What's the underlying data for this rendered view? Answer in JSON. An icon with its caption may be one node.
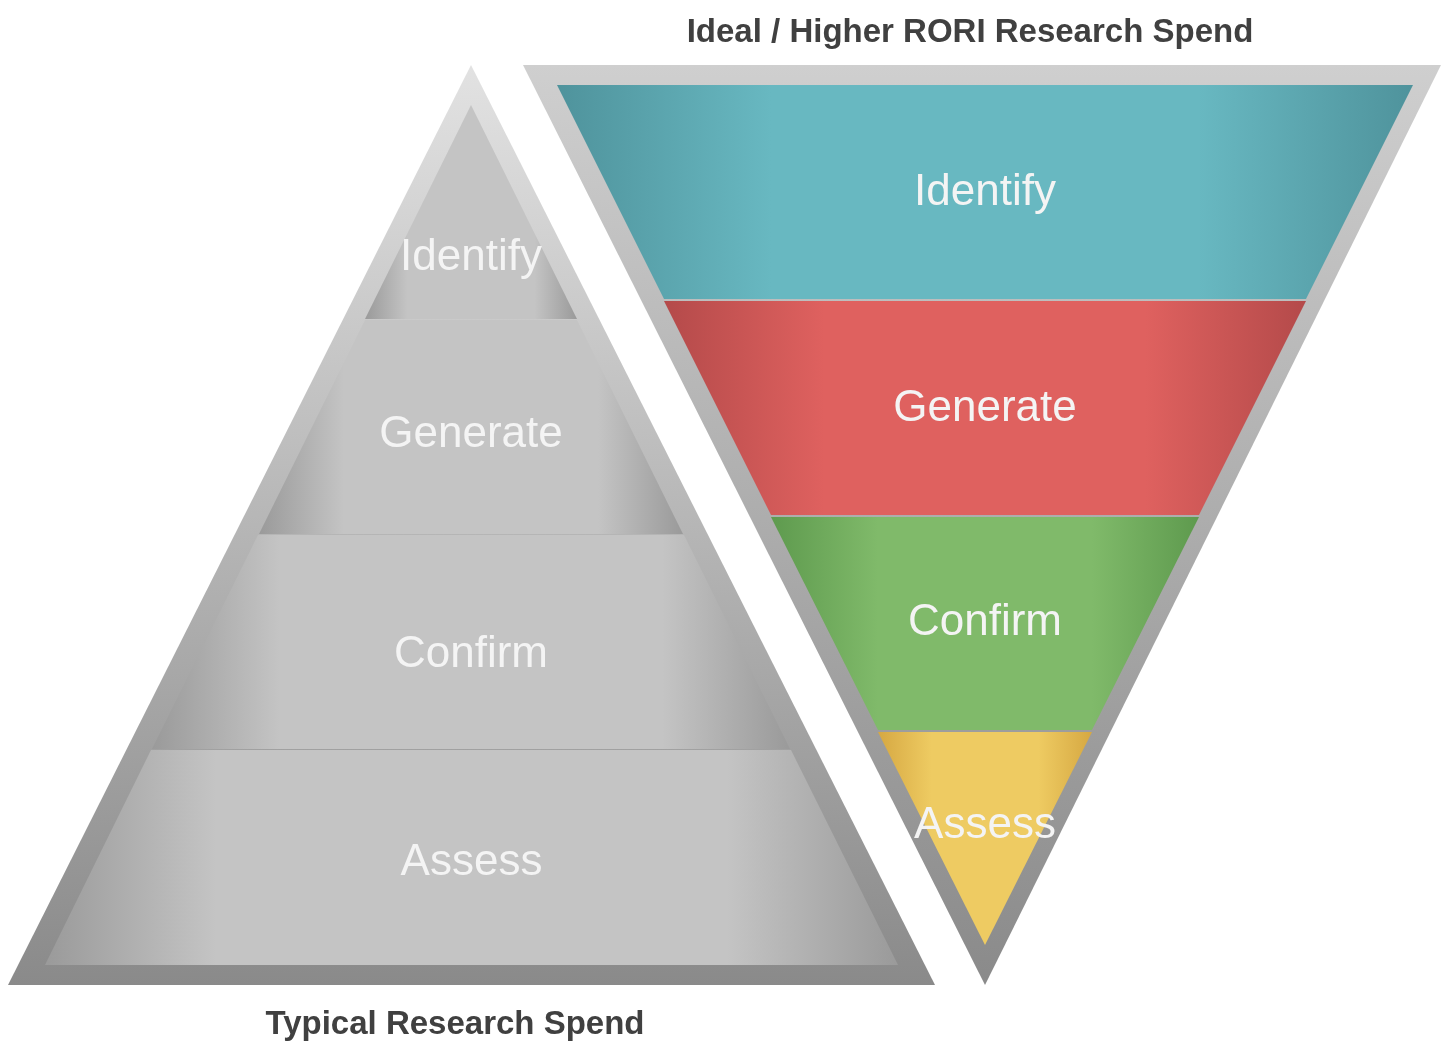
{
  "diagram": {
    "nodes": [
      {
        "text": [
          "Typical Research Spend"
        ]
      },
      {
        "text": [
          "Identify"
        ],
        "in": 0
      },
      {
        "text": [
          "Generate"
        ],
        "in": 0
      },
      {
        "text": [
          "Confirm"
        ],
        "in": 0
      },
      {
        "text": [
          "Assess"
        ],
        "in": 0
      },
      {
        "text": [
          "Ideal / Higher RORI Research Spend"
        ]
      },
      {
        "text": [
          "Identify"
        ],
        "in": 5
      },
      {
        "text": [
          "Generate"
        ],
        "in": 5
      },
      {
        "text": [
          "Confirm"
        ],
        "in": 5
      },
      {
        "text": [
          "Assess"
        ],
        "in": 5
      }
    ]
  }
}
